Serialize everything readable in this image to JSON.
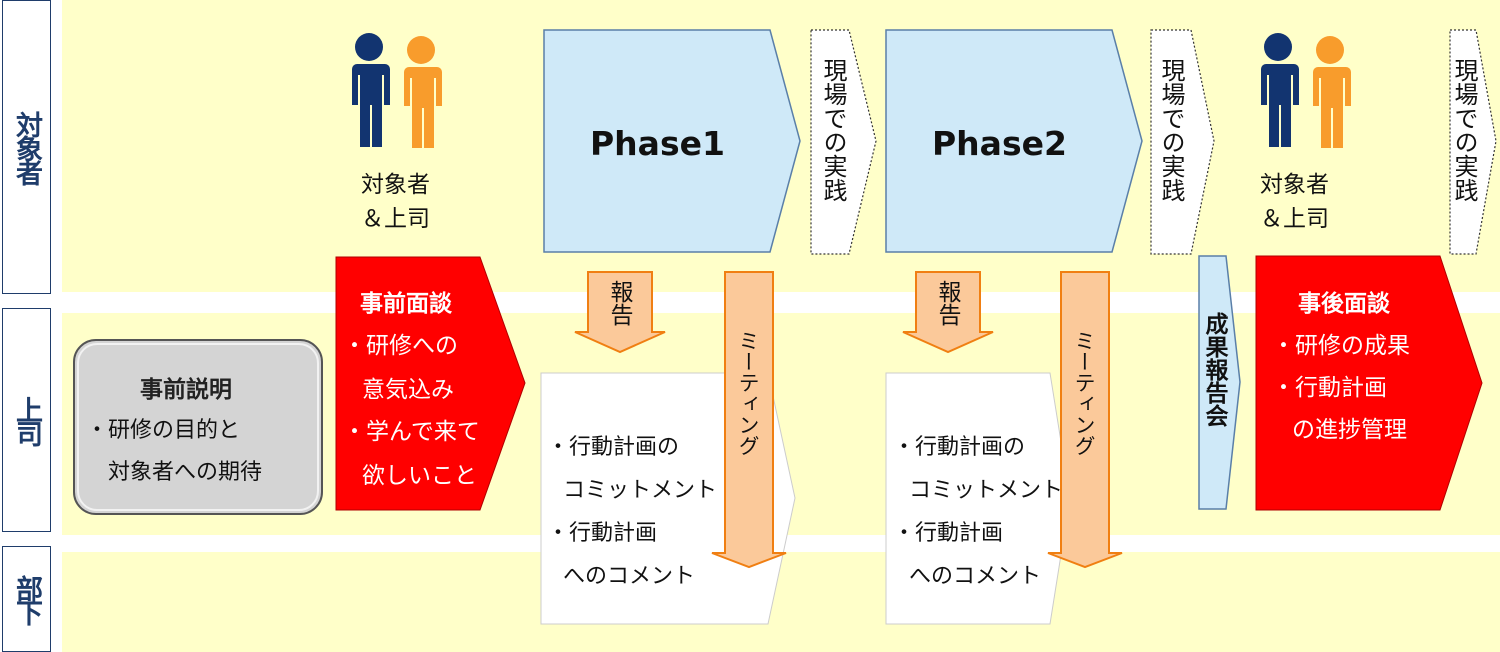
{
  "lanes": {
    "target_label": "対象者",
    "boss_label": "上司",
    "subordinate_label": "部下"
  },
  "people_group_1": {
    "line1": "対象者",
    "line2": "＆上司"
  },
  "people_group_2": {
    "line1": "対象者",
    "line2": "＆上司"
  },
  "phases": [
    {
      "title": "Phase1"
    },
    {
      "title": "Phase2"
    }
  ],
  "field_practice": [
    "現場での実践",
    "現場での実践",
    "現場での実践"
  ],
  "pre_explanation": {
    "title": "事前説明",
    "line1": "・研修の目的と",
    "line2": "対象者への期待"
  },
  "pre_interview": {
    "title": "事前面談",
    "line1": "・研修への",
    "line2": "意気込み",
    "line3": "・学んで来て",
    "line4": "欲しいこと"
  },
  "report_labels": [
    "報告",
    "報告"
  ],
  "meeting_labels": [
    "ミーティング",
    "ミーティング"
  ],
  "action_plan_boxes": [
    {
      "line1": "・行動計画の",
      "line2": "コミットメント",
      "line3": "・行動計画",
      "line4": "へのコメント"
    },
    {
      "line1": "・行動計画の",
      "line2": "コミットメント",
      "line3": "・行動計画",
      "line4": "へのコメント"
    }
  ],
  "results_report": "成果報告会",
  "post_interview": {
    "title": "事後面談",
    "line1": "・研修の成果",
    "line2": "・行動計画",
    "line3": "の進捗管理"
  },
  "colors": {
    "lane_bg": "#ffffc9",
    "navy": "#1f3d6b",
    "phase_fill": "#cfe9f8",
    "red": "#ff0000",
    "orange_arrow": "#fbc99a",
    "orange_stroke": "#f07f12",
    "person_navy": "#123470",
    "person_orange": "#f89c2c",
    "grey_box": "#d4d4d4"
  }
}
